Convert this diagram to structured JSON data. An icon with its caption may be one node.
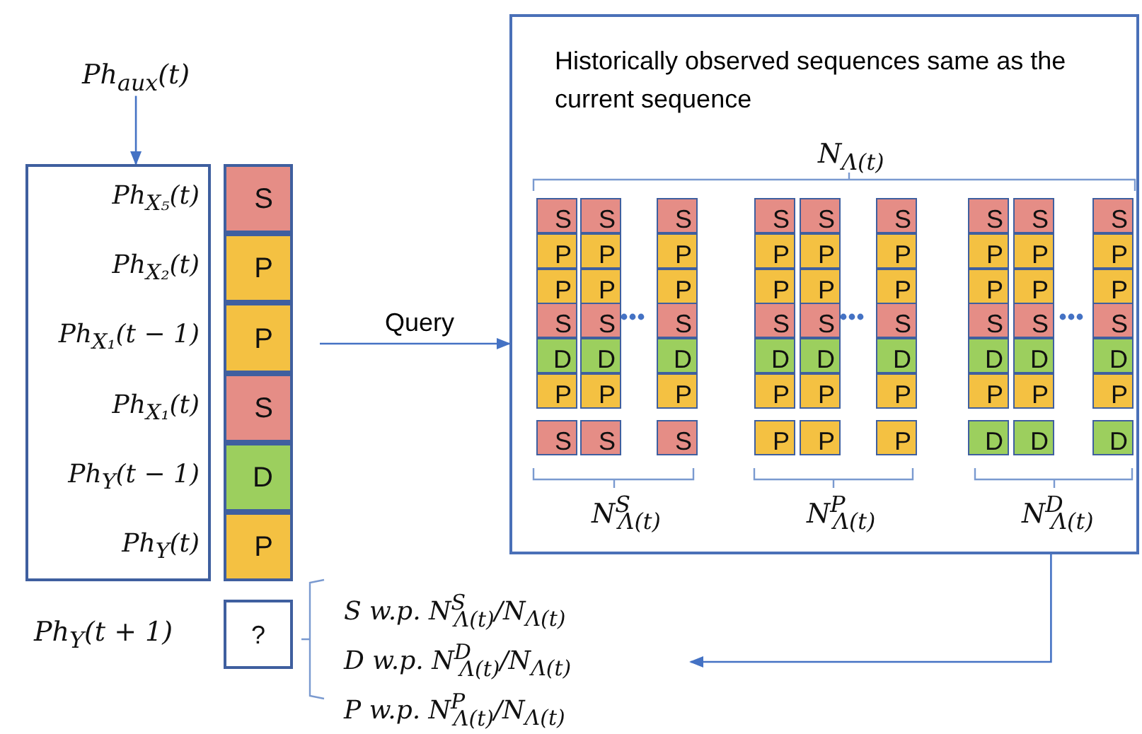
{
  "diagram": {
    "nodes": [
      {
        "text": [
          "Ph$_{aux}$(t)"
        ]
      },
      {
        "text": [
          "Ph$_{X₅}$(t)",
          "Ph$_{X₂}$(t)",
          "Ph$_{X₁}$(t − 1)",
          "Ph$_{X₁}$(t)",
          "Ph$_{Y}$(t − 1)",
          "Ph$_{Y}$(t)"
        ]
      },
      {
        "text": [
          "S"
        ]
      },
      {
        "text": [
          "P"
        ]
      },
      {
        "text": [
          "P"
        ]
      },
      {
        "text": [
          "S"
        ]
      },
      {
        "text": [
          "D"
        ]
      },
      {
        "text": [
          "P"
        ]
      },
      {
        "text": [
          "?"
        ],
        "beside": [
          "Ph$_{Y}$(t + 1)"
        ]
      },
      {
        "text": [
          "Historically observed sequences same as the current sequence"
        ]
      },
      {
        "text": [
          "S"
        ],
        "in": 9
      },
      {
        "text": [
          "S"
        ],
        "in": 9
      },
      {
        "text": [
          "S"
        ],
        "in": 9
      },
      {
        "text": [
          "S"
        ],
        "in": 9
      },
      {
        "text": [
          "S"
        ],
        "in": 9
      },
      {
        "text": [
          "S"
        ],
        "in": 9
      },
      {
        "text": [
          "S"
        ],
        "in": 9
      },
      {
        "text": [
          "S"
        ],
        "in": 9
      },
      {
        "text": [
          "S"
        ],
        "in": 9
      },
      {
        "text": [
          "P"
        ],
        "in": 9
      },
      {
        "text": [
          "P"
        ],
        "in": 9
      },
      {
        "text": [
          "P"
        ],
        "in": 9
      },
      {
        "text": [
          "P"
        ],
        "in": 9
      },
      {
        "text": [
          "P"
        ],
        "in": 9
      },
      {
        "text": [
          "P"
        ],
        "in": 9
      },
      {
        "text": [
          "P"
        ],
        "in": 9
      },
      {
        "text": [
          "P"
        ],
        "in": 9
      },
      {
        "text": [
          "P"
        ],
        "in": 9
      },
      {
        "text": [
          "P"
        ],
        "in": 9
      },
      {
        "text": [
          "P"
        ],
        "in": 9
      },
      {
        "text": [
          "P"
        ],
        "in": 9
      },
      {
        "text": [
          "P"
        ],
        "in": 9
      },
      {
        "text": [
          "P"
        ],
        "in": 9
      },
      {
        "text": [
          "P"
        ],
        "in": 9
      },
      {
        "text": [
          "P"
        ],
        "in": 9
      },
      {
        "text": [
          "P"
        ],
        "in": 9
      },
      {
        "text": [
          "P"
        ],
        "in": 9
      },
      {
        "text": [
          "S"
        ],
        "in": 9
      },
      {
        "text": [
          "S"
        ],
        "in": 9
      },
      {
        "text": [
          "S"
        ],
        "in": 9
      },
      {
        "text": [
          "S"
        ],
        "in": 9
      },
      {
        "text": [
          "S"
        ],
        "in": 9
      },
      {
        "text": [
          "S"
        ],
        "in": 9
      },
      {
        "text": [
          "S"
        ],
        "in": 9
      },
      {
        "text": [
          "S"
        ],
        "in": 9
      },
      {
        "text": [
          "S"
        ],
        "in": 9
      },
      {
        "text": [
          "D"
        ],
        "in": 9
      },
      {
        "text": [
          "D"
        ],
        "in": 9
      },
      {
        "text": [
          "D"
        ],
        "in": 9
      },
      {
        "text": [
          "D"
        ],
        "in": 9
      },
      {
        "text": [
          "D"
        ],
        "in": 9
      },
      {
        "text": [
          "D"
        ],
        "in": 9
      },
      {
        "text": [
          "D"
        ],
        "in": 9
      },
      {
        "text": [
          "D"
        ],
        "in": 9
      },
      {
        "text": [
          "D"
        ],
        "in": 9
      },
      {
        "text": [
          "P"
        ],
        "in": 9
      },
      {
        "text": [
          "P"
        ],
        "in": 9
      },
      {
        "text": [
          "P"
        ],
        "in": 9
      },
      {
        "text": [
          "P"
        ],
        "in": 9
      },
      {
        "text": [
          "P"
        ],
        "in": 9
      },
      {
        "text": [
          "P"
        ],
        "in": 9
      },
      {
        "text": [
          "P"
        ],
        "in": 9
      },
      {
        "text": [
          "P"
        ],
        "in": 9
      },
      {
        "text": [
          "P"
        ],
        "in": 9
      },
      {
        "text": [
          "S"
        ],
        "in": 9
      },
      {
        "text": [
          "S"
        ],
        "in": 9
      },
      {
        "text": [
          "S"
        ],
        "in": 9
      },
      {
        "text": [
          "P"
        ],
        "in": 9
      },
      {
        "text": [
          "P"
        ],
        "in": 9
      },
      {
        "text": [
          "P"
        ],
        "in": 9
      },
      {
        "text": [
          "D"
        ],
        "in": 9
      },
      {
        "text": [
          "D"
        ],
        "in": 9
      },
      {
        "text": [
          "D"
        ],
        "in": 9
      },
      {
        "text": [
          "S w.p. N$^{S}$$_{Λ(t)}$/N$_{Λ(t)}$",
          "D w.p. N$^{D}$$_{Λ(t)}$/N$_{Λ(t)}$",
          "P w.p. N$^{P}$$_{Λ(t)}$/N$_{Λ(t)}$"
        ]
      }
    ],
    "edges": [
      {
        "from": 0,
        "to": 1,
        "arrow": "to"
      },
      {
        "from": null,
        "to": 9,
        "arrow": "to",
        "label": "Query"
      },
      {
        "from": 9,
        "to": 73,
        "arrow": "to"
      }
    ],
    "labels": [
      "N$_{Λ(t)}$",
      "N$^{S}$$_{Λ(t)}$",
      "N$^{P}$$_{Λ(t)}$",
      "N$^{D}$$_{Λ(t)}$"
    ]
  }
}
